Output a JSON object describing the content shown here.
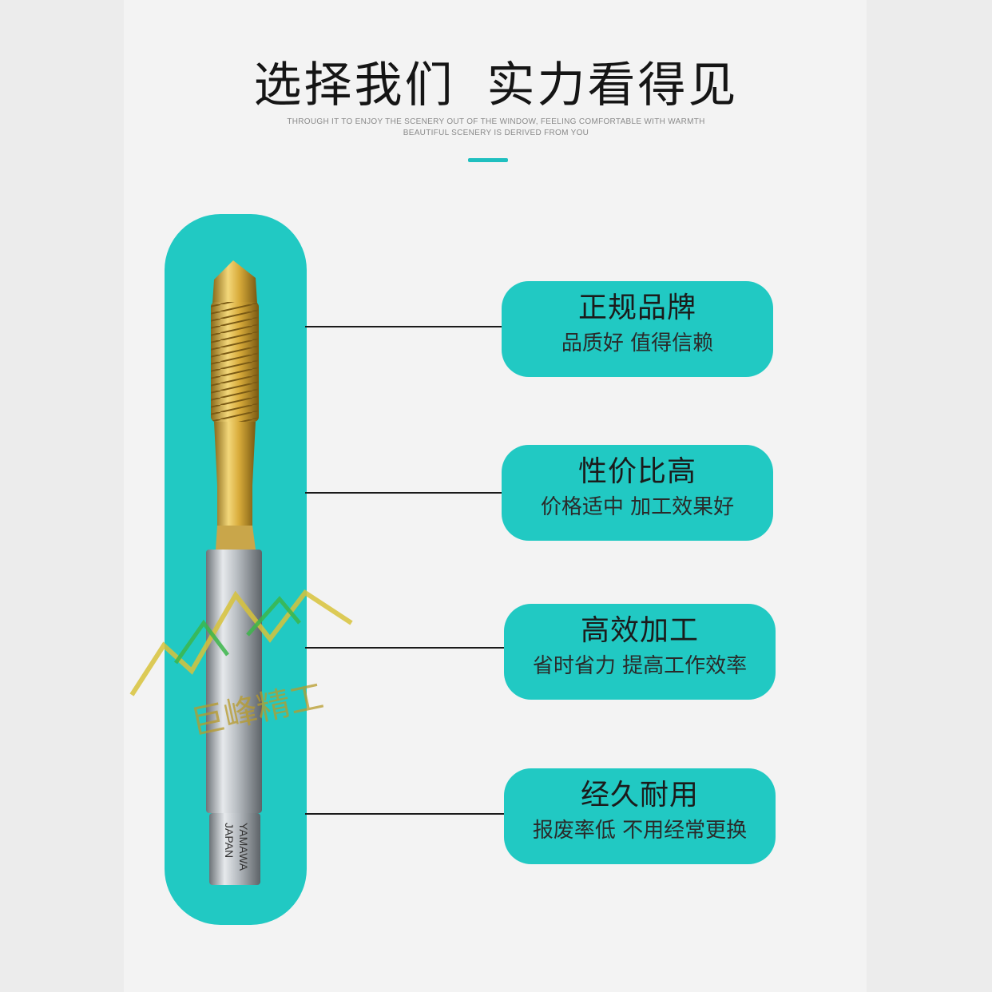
{
  "header": {
    "title_part1": "选择我们",
    "title_part2": "实力看得见",
    "subtitle_line1": "THROUGH IT TO ENJOY THE SCENERY OUT OF THE WINDOW, FEELING COMFORTABLE WITH WARMTH",
    "subtitle_line2": "BEAUTIFUL SCENERY IS DERIVED FROM YOU",
    "accent_color": "#1fbfbf"
  },
  "product": {
    "shank_text_line1": "YAMAWA",
    "shank_text_line2": "JAPAN",
    "watermark_text": "巨峰精工",
    "card_color": "#21c9c3"
  },
  "features": [
    {
      "title": "正规品牌",
      "desc": "品质好 值得信赖"
    },
    {
      "title": "性价比高",
      "desc": "价格适中 加工效果好"
    },
    {
      "title": "高效加工",
      "desc": "省时省力 提高工作效率"
    },
    {
      "title": "经久耐用",
      "desc": "报废率低 不用经常更换"
    }
  ]
}
